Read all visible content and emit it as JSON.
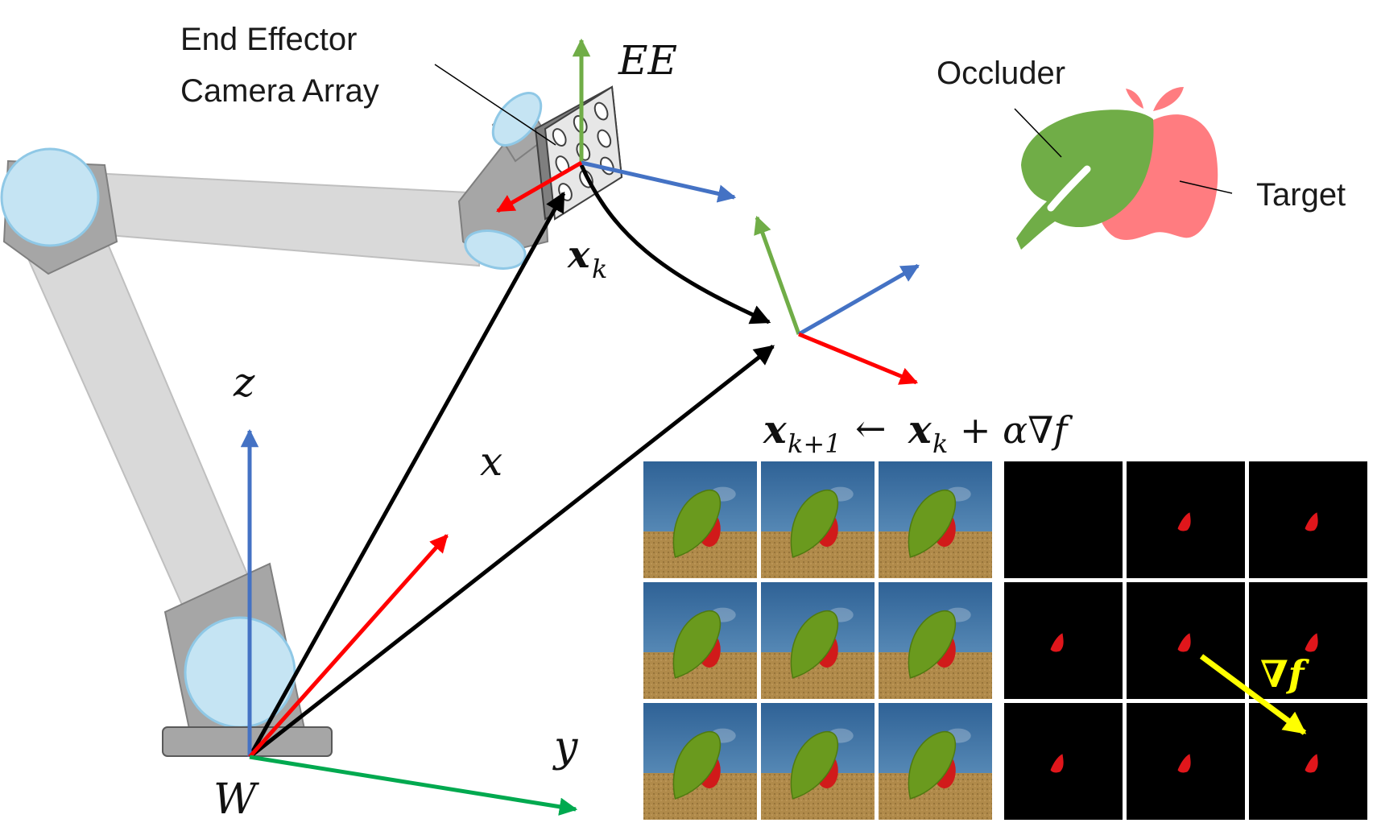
{
  "labels": {
    "camera_array": [
      "End Effector",
      "Camera Array"
    ],
    "ee": "EE",
    "xk_bold": "x",
    "xk_sub": "k",
    "x": "x",
    "z": "z",
    "y": "y",
    "w": "W",
    "occluder": "Occluder",
    "target": "Target",
    "update_lhs": "x",
    "update_lhs_sub": "k+1",
    "update_arrow": "←",
    "update_rhs": "x",
    "update_rhs_sub": "k",
    "update_tail": "+ α∇f",
    "grad": "∇f"
  },
  "grid": {
    "rgb_rows": 3,
    "rgb_cols": 3,
    "mask_rows": 3,
    "mask_cols": 3,
    "mask_visible": [
      [
        false,
        true,
        true
      ],
      [
        true,
        true,
        true
      ],
      [
        true,
        true,
        true
      ]
    ]
  },
  "colors": {
    "x_axis": "#ff0000",
    "y_axis": "#00a94f",
    "z_axis": "#4472c4",
    "ee_up": "#70ad47",
    "path": "#000000",
    "robot_gray": "#a6a6a6",
    "robot_link": "#d9d9d9",
    "joint_blue": "#c5e4f3",
    "leaf": "#70ad47",
    "apple": "#ff7c80",
    "grad_arrow": "#ffff00",
    "sky": "#3b6fa3",
    "ground": "#b08a4a",
    "mask_bg": "#000000",
    "mask_blob": "#e0161b"
  }
}
